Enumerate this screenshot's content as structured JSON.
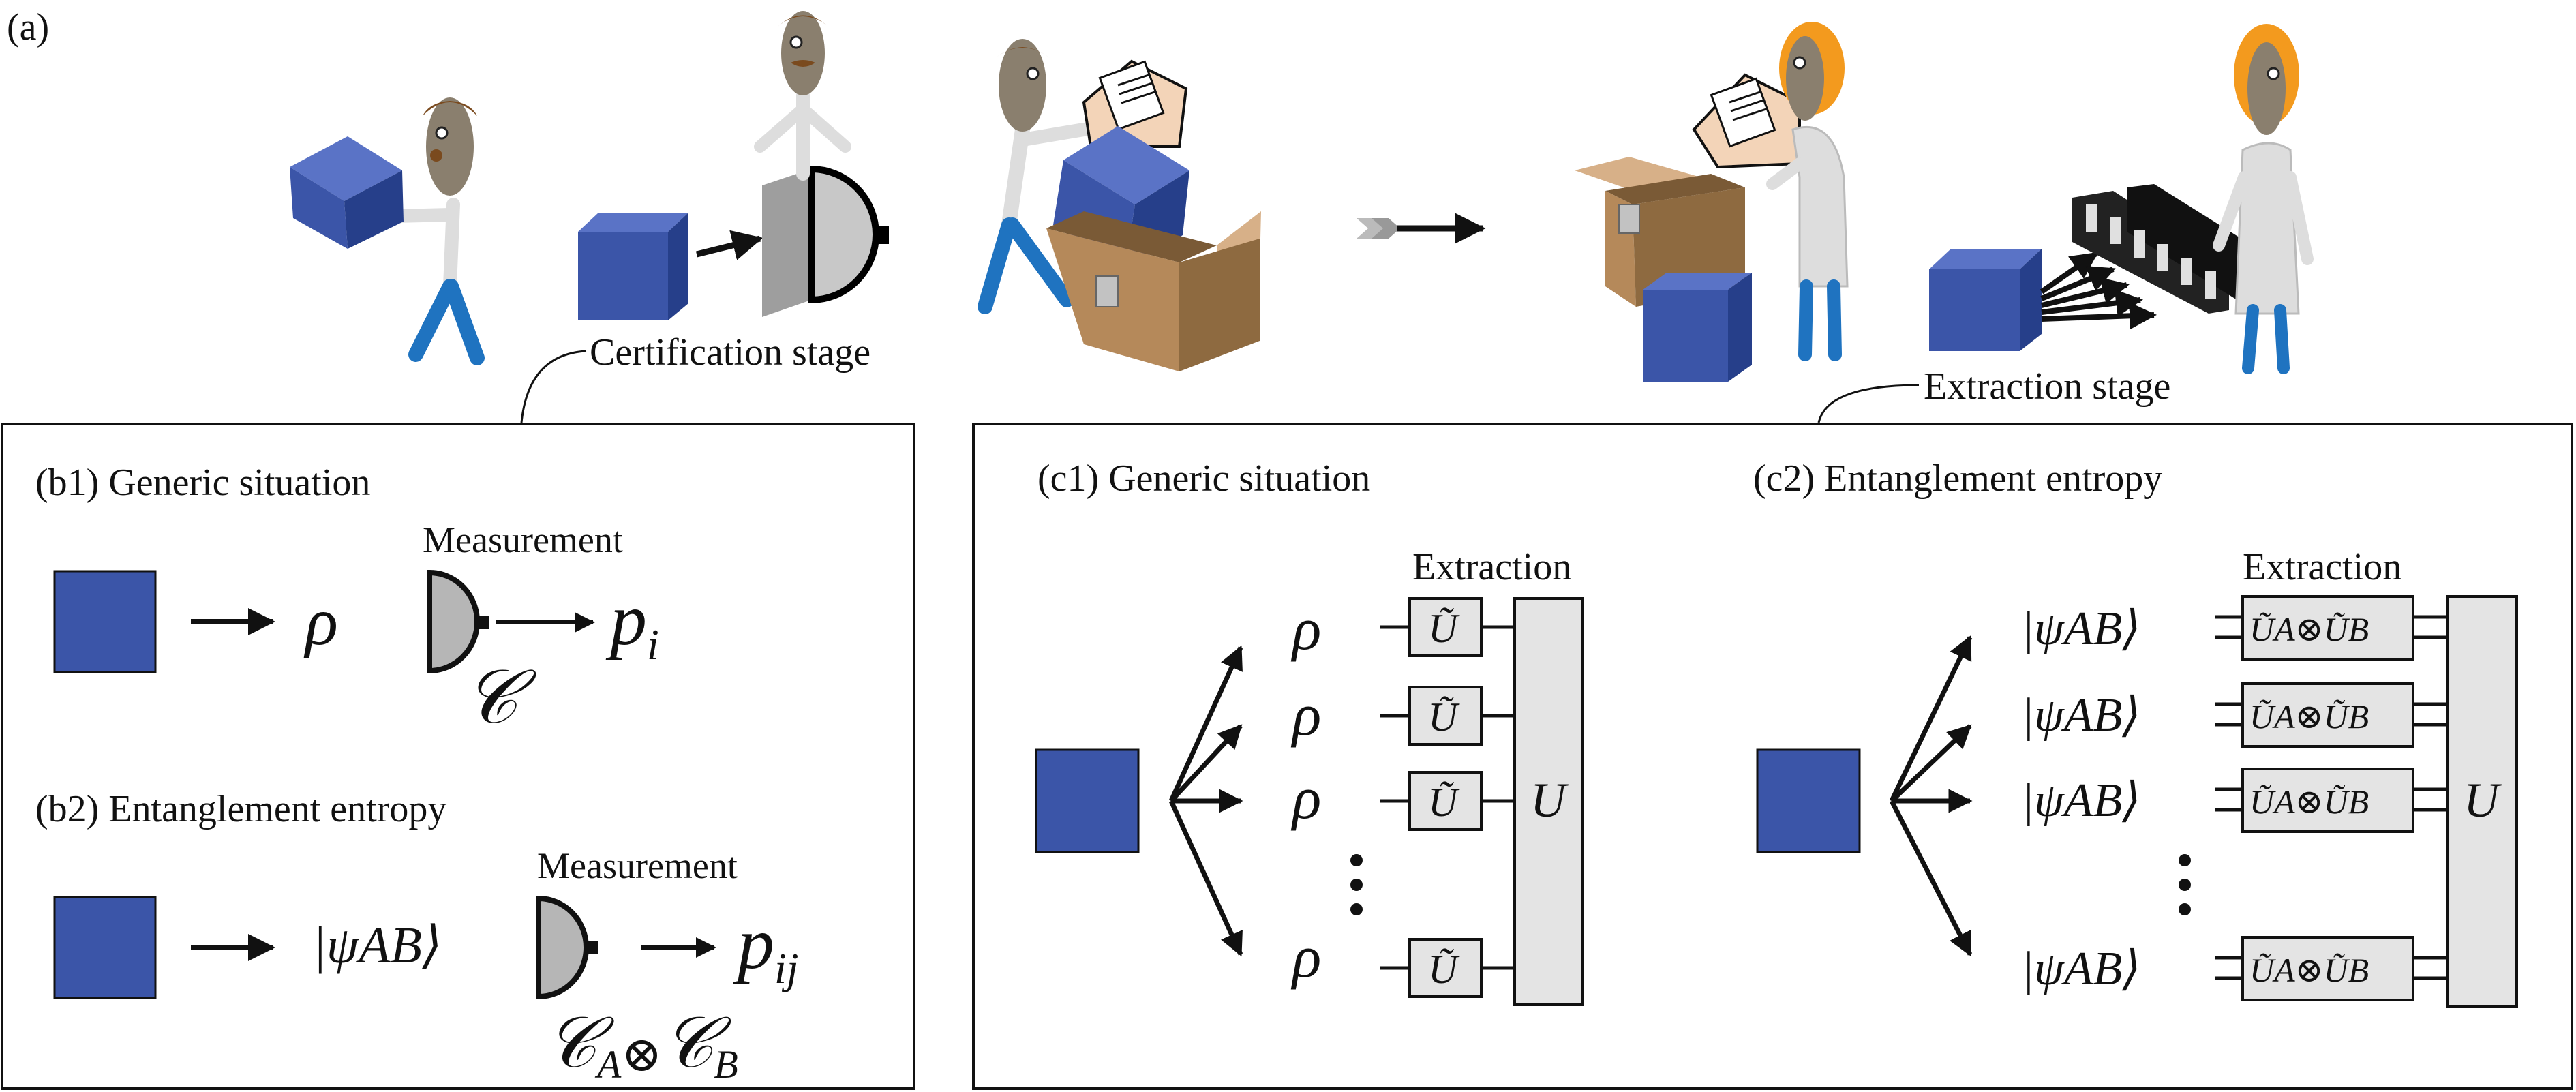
{
  "panel_a": {
    "label": "(a)",
    "certification_label": "Certification stage",
    "extraction_label": "Extraction stage"
  },
  "panel_b": {
    "b1_title": "(b1) Generic situation",
    "b2_title": "(b2) Entanglement entropy",
    "measurement_label": "Measurement",
    "b1_state": "ρ",
    "b1_outcome_base": "p",
    "b1_outcome_sub": "i",
    "b1_channel": "𝒞",
    "b2_state": "|ψAB⟩",
    "b2_outcome_base": "p",
    "b2_outcome_sub": "ij",
    "b2_channel_base_a": "𝒞",
    "b2_channel_sub_a": "A",
    "b2_channel_op": "⊗",
    "b2_channel_base_b": "𝒞",
    "b2_channel_sub_b": "B"
  },
  "panel_c": {
    "c1_title": "(c1) Generic situation",
    "c2_title": "(c2) Entanglement entropy",
    "extraction_label": "Extraction",
    "c1_state": "ρ",
    "c1_local_gate": "Ũ",
    "c2_state": "|ψAB⟩",
    "c2_local_gate_a": "ŨA",
    "c2_local_gate_op": "⊗",
    "c2_local_gate_b": "ŨB",
    "global_gate": "U"
  },
  "colors": {
    "cube_blue": "#3b55a8",
    "detector_gray": "#b6b6b6",
    "gate_fill": "#e4e4e4",
    "box_cardboard": "#b5895a",
    "pants_blue": "#1f73c0",
    "hair_orange": "#f39a1e",
    "hair_brown": "#7a4a1e"
  }
}
